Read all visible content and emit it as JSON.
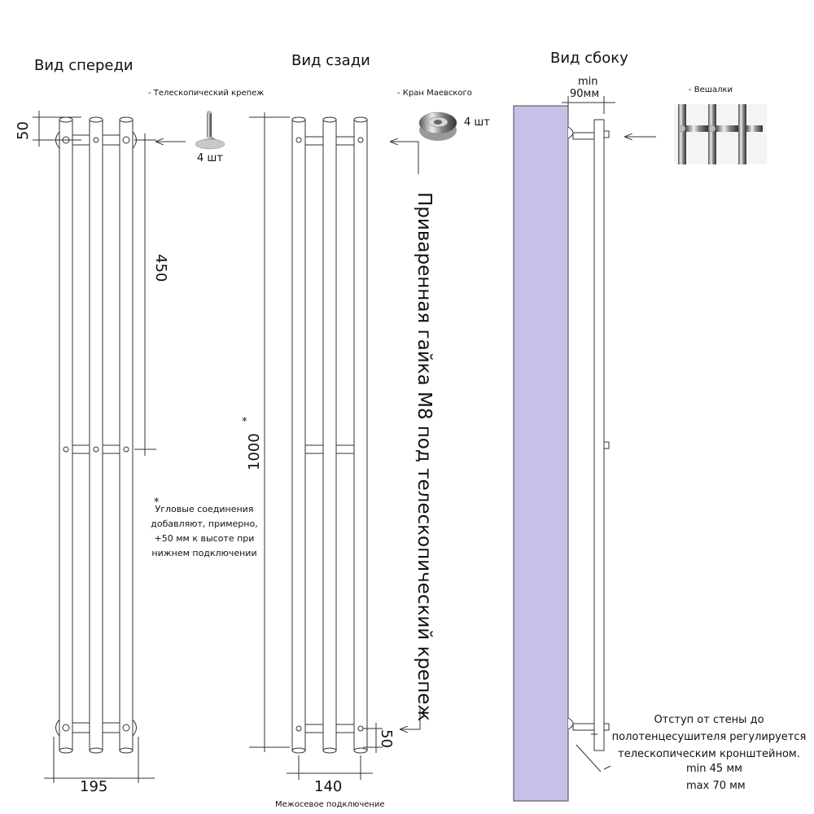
{
  "views": {
    "front": "Вид спереди",
    "back": "Вид сзади",
    "side": "Вид сбоку"
  },
  "parts": {
    "telescopic": "- Телескопический крепеж",
    "telescopic_qty": "4 шт",
    "mayevsky": "- Кран Маевского",
    "mayevsky_qty": "4 шт",
    "hangers": "- Вешалки"
  },
  "dimensions": {
    "top_offset": "50",
    "section_450": "450",
    "height_1000": "1000",
    "height_star": "*",
    "bottom_offset": "50",
    "width_195": "195",
    "width_140": "140",
    "width_140_caption": "Межосевое подключение",
    "side_min": "min",
    "side_90": "90мм"
  },
  "notes": {
    "corner_star": "*",
    "corner_text": "Угловые соединения добавляют, примерно, +50 мм к высоте при нижнем подключении",
    "welded_nut": "Приваренная гайка М8 под телескопический крепеж",
    "wall_offset": "Отступ от стены до полотенцесушителя регулируется телескопическим кронштейном.",
    "wall_min": "min 45 мм",
    "wall_max": "max 70 мм"
  },
  "colors": {
    "wall": "#c8c0e8",
    "line": "#333333"
  }
}
